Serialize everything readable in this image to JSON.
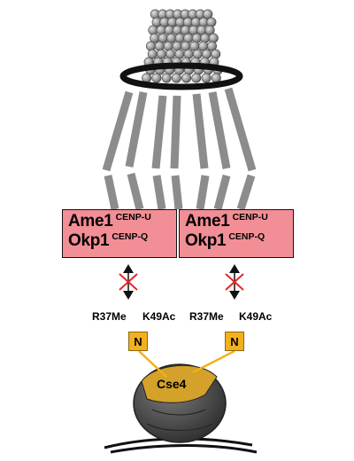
{
  "complexes": [
    {
      "protein1": "Ame1",
      "cenp1": "CENP-U",
      "protein2": "Okp1",
      "cenp2": "CENP-Q"
    },
    {
      "protein1": "Ame1",
      "cenp1": "CENP-U",
      "protein2": "Okp1",
      "cenp2": "CENP-Q"
    }
  ],
  "histone_tails": [
    {
      "mark1": "R37Me",
      "mark2": "K49Ac",
      "tail_label": "N"
    },
    {
      "mark1": "R37Me",
      "mark2": "K49Ac",
      "tail_label": "N"
    }
  ],
  "nucleosome": {
    "label": "Cse4"
  },
  "colors": {
    "complex_fill": "#f28e95",
    "tail_fill": "#f2b01e",
    "cse4_fill": "#d4a12a",
    "nucleosome_gray": "#555555",
    "blocked_cross": "#e0282a"
  }
}
